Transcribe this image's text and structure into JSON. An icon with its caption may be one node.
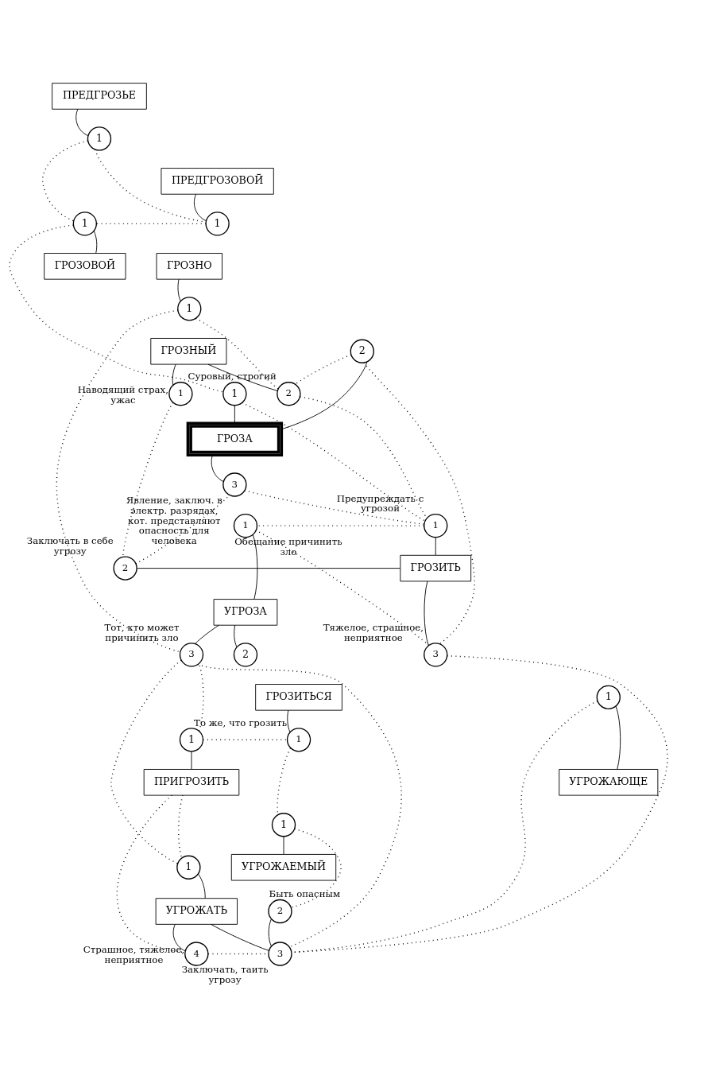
{
  "diagram": {
    "nodes": [
      {
        "text": [
          "ПРЕДГРОЗЬЕ"
        ]
      },
      {
        "text": [
          "1"
        ]
      },
      {
        "text": [
          "ПРЕДГРОЗОВОЙ"
        ]
      },
      {
        "text": [
          "1"
        ]
      },
      {
        "text": [
          "1"
        ]
      },
      {
        "text": [
          "ГРОЗОВОЙ"
        ]
      },
      {
        "text": [
          "ГРОЗНО"
        ]
      },
      {
        "text": [
          "1"
        ]
      },
      {
        "text": [
          "ГРОЗНЫЙ"
        ]
      },
      {
        "text": [
          "1"
        ],
        "beside": [
          "Наводящий страх, ужас"
        ]
      },
      {
        "text": [
          "2"
        ],
        "beside": [
          "Суровый, строгий"
        ]
      },
      {
        "text": [
          "1"
        ]
      },
      {
        "text": [
          "2"
        ]
      },
      {
        "text": [
          "ГРОЗА"
        ]
      },
      {
        "text": [
          "3"
        ],
        "beside": [
          "Явление, заключ. в электр. разрядах, кот. представляют опасность для человека"
        ]
      },
      {
        "text": [
          "1"
        ],
        "beside": [
          "Предупреждать с угрозой"
        ]
      },
      {
        "text": [
          "2"
        ],
        "beside": [
          "Заключать в себе угрозу"
        ]
      },
      {
        "text": [
          "ГРОЗИТЬ"
        ]
      },
      {
        "text": [
          "3"
        ],
        "beside": [
          "Тяжелое, страшное, неприятное"
        ]
      },
      {
        "text": [
          "1"
        ],
        "beside": [
          "Обещание причинить зло"
        ]
      },
      {
        "text": [
          "УГРОЗА"
        ]
      },
      {
        "text": [
          "3"
        ],
        "beside": [
          "Тот, кто может причинить зло"
        ]
      },
      {
        "text": [
          "2"
        ]
      },
      {
        "text": [
          "ГРОЗИТЬСЯ"
        ]
      },
      {
        "text": [
          "1"
        ],
        "beside": [
          "То же, что грозить"
        ]
      },
      {
        "text": [
          "1"
        ]
      },
      {
        "text": [
          "ПРИГРОЗИТЬ"
        ]
      },
      {
        "text": [
          "1"
        ]
      },
      {
        "text": [
          "УГРОЖАЮЩЕ"
        ]
      },
      {
        "text": [
          "1"
        ]
      },
      {
        "text": [
          "УГРОЖАЕМЫЙ"
        ]
      },
      {
        "text": [
          "1"
        ]
      },
      {
        "text": [
          "УГРОЖАТЬ"
        ]
      },
      {
        "text": [
          "2"
        ],
        "beside": [
          "Быть опасным"
        ]
      },
      {
        "text": [
          "4"
        ],
        "beside": [
          "Страшное, тяжелое, неприятное"
        ]
      },
      {
        "text": [
          "3"
        ],
        "beside": [
          "Заключать, таить угрозу"
        ]
      }
    ],
    "edges": [
      {
        "from": 0,
        "to": 1,
        "arrow": "none"
      },
      {
        "from": 2,
        "to": 3,
        "arrow": "none"
      },
      {
        "from": 5,
        "to": 4,
        "arrow": "none"
      },
      {
        "from": 6,
        "to": 7,
        "arrow": "none"
      },
      {
        "from": 8,
        "to": 9,
        "arrow": "none"
      },
      {
        "from": 8,
        "to": 10,
        "arrow": "none"
      },
      {
        "from": 13,
        "to": 11,
        "arrow": "none"
      },
      {
        "from": 13,
        "to": 12,
        "arrow": "none"
      },
      {
        "from": 13,
        "to": 14,
        "arrow": "none"
      },
      {
        "from": 17,
        "to": 15,
        "arrow": "none"
      },
      {
        "from": 17,
        "to": 16,
        "arrow": "none"
      },
      {
        "from": 17,
        "to": 18,
        "arrow": "none"
      },
      {
        "from": 20,
        "to": 19,
        "arrow": "none"
      },
      {
        "from": 20,
        "to": 21,
        "arrow": "none"
      },
      {
        "from": 20,
        "to": 22,
        "arrow": "none"
      },
      {
        "from": 23,
        "to": 24,
        "arrow": "none"
      },
      {
        "from": 26,
        "to": 25,
        "arrow": "none"
      },
      {
        "from": 28,
        "to": 27,
        "arrow": "none"
      },
      {
        "from": 30,
        "to": 29,
        "arrow": "none"
      },
      {
        "from": 32,
        "to": 31,
        "arrow": "none"
      },
      {
        "from": 32,
        "to": 35,
        "arrow": "none"
      },
      {
        "from": 32,
        "to": 34,
        "arrow": "none"
      },
      {
        "from": 33,
        "to": 35,
        "arrow": "none"
      },
      {
        "from": 1,
        "to": 3,
        "arrow": "none",
        "style": "dashed"
      },
      {
        "from": 1,
        "to": 4,
        "arrow": "none",
        "style": "dashed"
      },
      {
        "from": 3,
        "to": 4,
        "arrow": "none",
        "style": "dashed"
      },
      {
        "from": 4,
        "to": 11,
        "arrow": "none",
        "style": "dashed"
      },
      {
        "from": 7,
        "to": 10,
        "arrow": "none",
        "style": "dashed"
      },
      {
        "from": 7,
        "to": 21,
        "arrow": "none",
        "style": "dashed"
      },
      {
        "from": 12,
        "to": 10,
        "arrow": "none",
        "style": "dashed"
      },
      {
        "from": 12,
        "to": 18,
        "arrow": "none",
        "style": "dashed"
      },
      {
        "from": 11,
        "to": 15,
        "arrow": "none",
        "style": "dashed"
      },
      {
        "from": 14,
        "to": 15,
        "arrow": "none",
        "style": "dashed"
      },
      {
        "from": 9,
        "to": 16,
        "arrow": "none",
        "style": "dashed"
      },
      {
        "from": 10,
        "to": 15,
        "arrow": "none",
        "style": "dashed"
      },
      {
        "from": 15,
        "to": 19,
        "arrow": "none",
        "style": "dashed"
      },
      {
        "from": 16,
        "to": 14,
        "arrow": "none",
        "style": "dashed"
      },
      {
        "from": 18,
        "to": 19,
        "arrow": "none",
        "style": "dashed"
      },
      {
        "from": 18,
        "to": 35,
        "arrow": "none",
        "style": "dashed"
      },
      {
        "from": 25,
        "to": 24,
        "arrow": "none",
        "style": "dashed"
      },
      {
        "from": 25,
        "to": 21,
        "arrow": "none",
        "style": "dashed"
      },
      {
        "from": 26,
        "to": 34,
        "arrow": "none",
        "style": "dashed"
      },
      {
        "from": 26,
        "to": 31,
        "arrow": "none",
        "style": "dashed"
      },
      {
        "from": 24,
        "to": 29,
        "arrow": "none",
        "style": "dashed"
      },
      {
        "from": 21,
        "to": 31,
        "arrow": "none",
        "style": "dashed"
      },
      {
        "from": 21,
        "to": 35,
        "arrow": "none",
        "style": "dashed"
      },
      {
        "from": 27,
        "to": 35,
        "arrow": "none",
        "style": "dashed"
      },
      {
        "from": 29,
        "to": 33,
        "arrow": "none",
        "style": "dashed"
      },
      {
        "from": 34,
        "to": 35,
        "arrow": "none",
        "style": "dashed"
      }
    ]
  }
}
